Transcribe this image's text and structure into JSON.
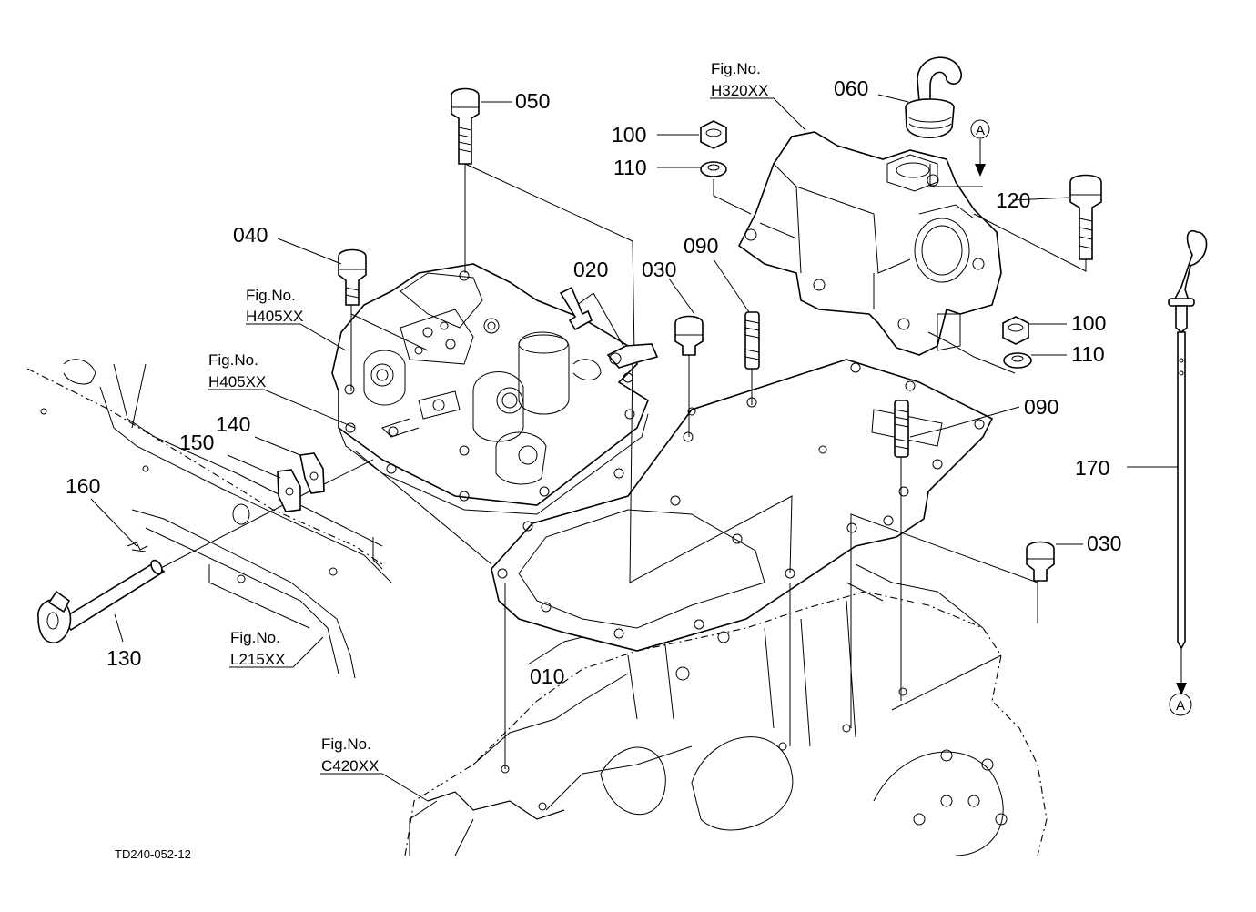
{
  "parts": {
    "p010": "010",
    "p020": "020",
    "p030a": "030",
    "p030b": "030",
    "p040": "040",
    "p050": "050",
    "p060": "060",
    "p090a": "090",
    "p090b": "090",
    "p100a": "100",
    "p100b": "100",
    "p110a": "110",
    "p110b": "110",
    "p120": "120",
    "p130": "130",
    "p140": "140",
    "p150": "150",
    "p160": "160",
    "p170": "170"
  },
  "figures": {
    "fig_label": "Fig.No.",
    "h320": "H320XX",
    "h405a": "H405XX",
    "h405b": "H405XX",
    "l215": "L215XX",
    "c420": "C420XX"
  },
  "markers": {
    "a1": "A",
    "a2": "A"
  },
  "drawing_code": "TD240-052-12"
}
